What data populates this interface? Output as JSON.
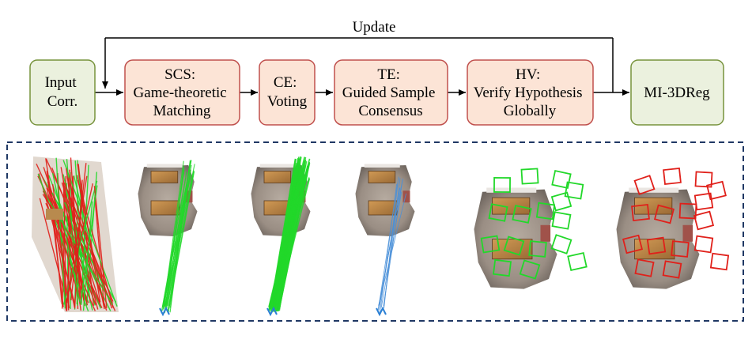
{
  "update_label": "Update",
  "colors": {
    "input_fill": "#ebf1de",
    "input_stroke": "#77933c",
    "stage_fill": "#fce4d6",
    "stage_stroke": "#c0504d",
    "panel_border": "#1f3864",
    "correspondence_red": "#e0201a",
    "correspondence_green": "#22d82a",
    "correspondence_blue": "#4a90d9"
  },
  "nodes": {
    "input": [
      "Input",
      "Corr."
    ],
    "scs": [
      "SCS:",
      "Game-theoretic",
      "Matching"
    ],
    "ce": [
      "CE:",
      "Voting"
    ],
    "te": [
      "TE:",
      "Guided Sample",
      "Consensus"
    ],
    "hv": [
      "HV:",
      "Verify Hypothesis",
      "Globally"
    ],
    "output": [
      "MI-3DReg"
    ]
  },
  "panels": [
    {
      "name": "input-correspondences",
      "icon": "red-green-correspondence-lines"
    },
    {
      "name": "scs-result",
      "icon": "green-correspondence-lines"
    },
    {
      "name": "ce-result",
      "icon": "dense-green-correspondence-lines"
    },
    {
      "name": "te-result",
      "icon": "blue-correspondence-lines"
    },
    {
      "name": "hv-result",
      "icon": "green-hypothesis-boxes"
    },
    {
      "name": "final-result",
      "icon": "red-hypothesis-boxes"
    }
  ]
}
